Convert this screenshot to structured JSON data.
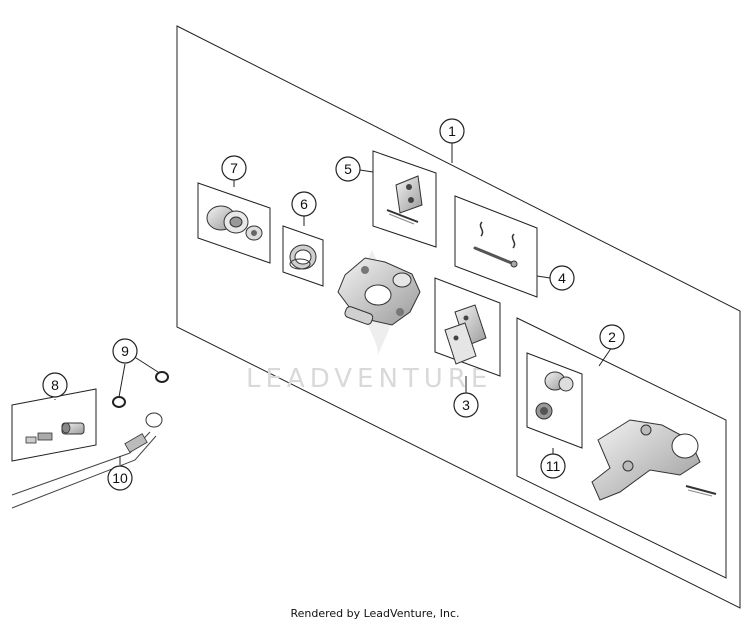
{
  "diagram": {
    "callouts": [
      "1",
      "2",
      "3",
      "4",
      "5",
      "6",
      "7",
      "8",
      "9",
      "10",
      "11"
    ],
    "watermark": "LEADVENTURE",
    "footer": "Rendered by LeadVenture, Inc."
  }
}
